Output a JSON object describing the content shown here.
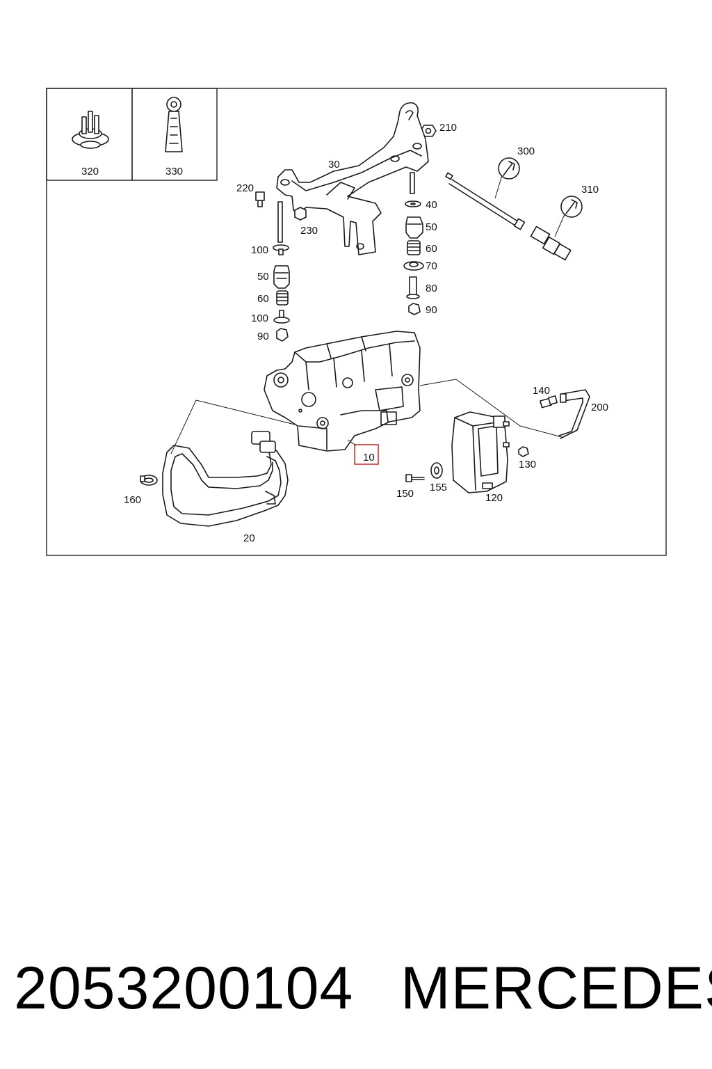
{
  "callouts": {
    "c10": "10",
    "c20": "20",
    "c30": "30",
    "c40": "40",
    "c50a": "50",
    "c50b": "50",
    "c60a": "60",
    "c60b": "60",
    "c70": "70",
    "c80": "80",
    "c90a": "90",
    "c90b": "90",
    "c100a": "100",
    "c100b": "100",
    "c120": "120",
    "c130": "130",
    "c140": "140",
    "c150": "150",
    "c155": "155",
    "c160": "160",
    "c200": "200",
    "c210": "210",
    "c220": "220",
    "c230": "230",
    "c300": "300",
    "c310": "310",
    "c320": "320",
    "c330": "330"
  },
  "highlight_color": "#e03030",
  "caption": {
    "part_number": "2053200104",
    "brand": "MERCEDES"
  }
}
